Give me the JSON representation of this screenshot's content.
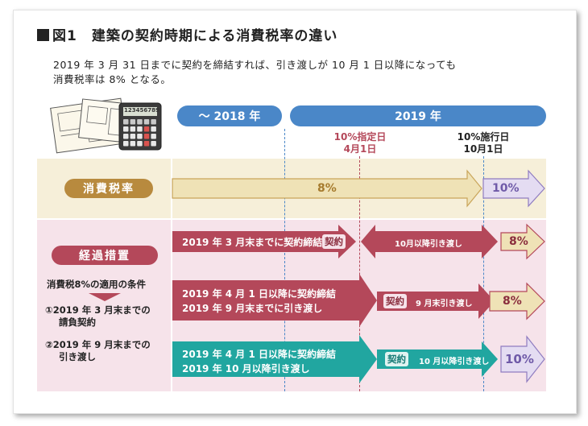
{
  "title": "図1　建築の契約時期による消費税率の違い",
  "subtitle_line1": "2019 年 3 月 31 日までに契約を締結すれば、引き渡しが 10 月 1 日以降になっても",
  "subtitle_line2": "消費税率は 8% となる。",
  "calculator_display": "123456789",
  "header": {
    "year2018": "～ 2018 年",
    "year2019": "2019 年"
  },
  "markers": {
    "designated_line1": "10%指定日",
    "designated_line2": "4月1日",
    "effective_line1": "10%施行日",
    "effective_line2": "10月1日"
  },
  "tax_row": {
    "label": "消費税率",
    "rate_before": "8%",
    "rate_after": "10%"
  },
  "transition": {
    "label": "経過措置",
    "condition_title": "消費税8%の適用の条件",
    "condition1_line1": "①2019 年 3 月末までの",
    "condition1_line2": "請負契約",
    "condition2_line1": "②2019 年 9 月末までの",
    "condition2_line2": "引き渡し"
  },
  "row1": {
    "text": "2019 年 3 月末までに契約締結",
    "badge": "契約",
    "delivery": "10月以降引き渡し",
    "rate": "8%"
  },
  "row2": {
    "text1": "2019 年 4 月 1 日以降に契約締結",
    "text2": "2019 年 9 月末までに引き渡し",
    "badge": "契約",
    "delivery": "9 月末引き渡し",
    "rate": "8%"
  },
  "row3": {
    "text1": "2019 年 4 月 1 日以降に契約締結",
    "text2": "2019 年 10 月以降引き渡し",
    "badge": "契約",
    "delivery": "10 月以降引き渡し",
    "rate": "10%"
  },
  "colors": {
    "tax_band": "#f6efd9",
    "transition_band": "#f6e3ea",
    "blue": "#4a87c8",
    "maroon": "#b4485a",
    "teal": "#21a6a0",
    "purple": "#8f7cc0",
    "gold": "#b88a3e",
    "tan": "#efe2b6"
  }
}
